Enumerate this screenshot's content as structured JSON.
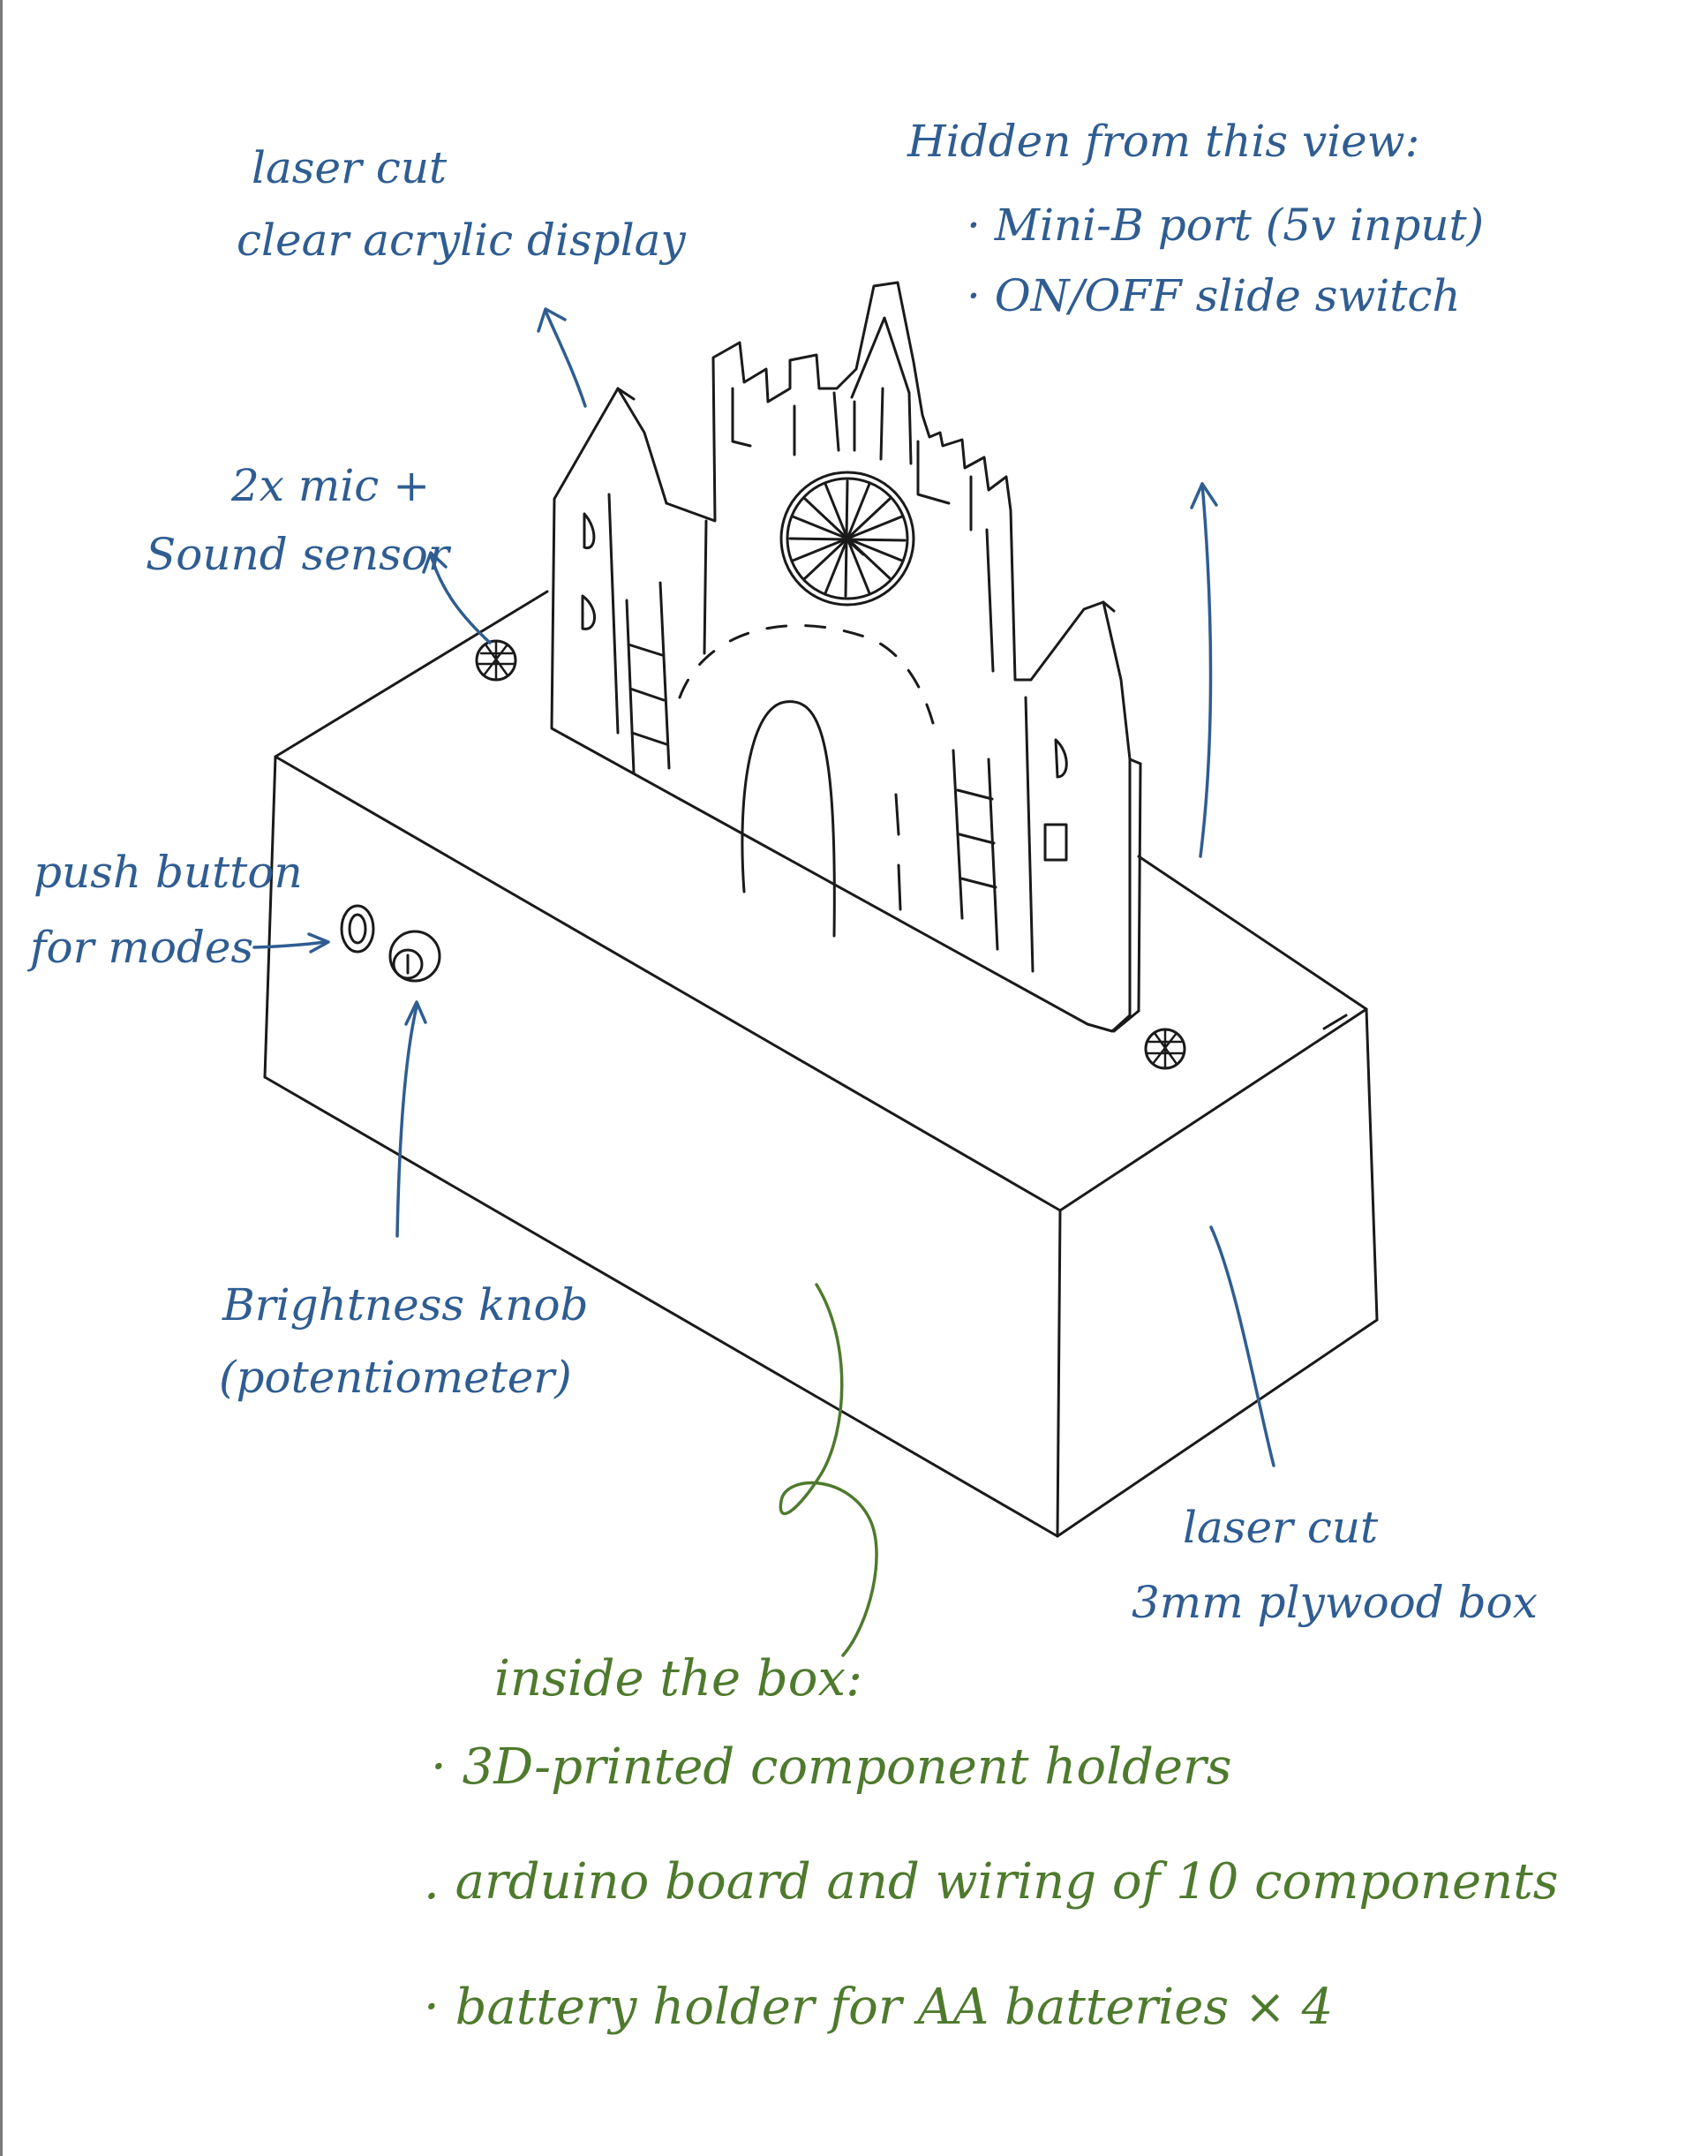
{
  "colors": {
    "ink": "#1a1a1a",
    "annotation_blue": "#2f5d92",
    "annotation_green": "#4e7a2d",
    "paper": "#ffffff"
  },
  "labels": {
    "acrylic_display": [
      "laser cut",
      "clear acrylic display"
    ],
    "hidden_view": [
      "Hidden from this view:",
      "· Mini-B port (5v input)",
      "· ON/OFF slide switch"
    ],
    "mic": [
      "2x mic +",
      "Sound sensor"
    ],
    "push_button": [
      "push button",
      "for modes"
    ],
    "brightness_knob": [
      "Brightness knob",
      "(potentiometer)"
    ],
    "plywood_box": [
      "laser cut",
      "3mm plywood box"
    ],
    "inside_box": [
      "inside the box:",
      "· 3D-printed component holders",
      ". arduino board and wiring of 10 components",
      "· battery holder for AA batteries × 4"
    ]
  }
}
